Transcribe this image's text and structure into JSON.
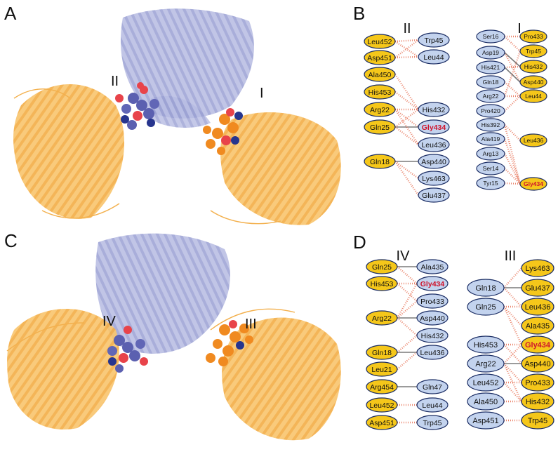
{
  "colors": {
    "yellow": "#f5c71a",
    "blue": "#c3d3ee",
    "blue_stroke": "#1a2c63",
    "red_text": "#d0142c",
    "protA": "#f8c46c",
    "protB": "#a6abd8",
    "atom_blue": "#5b60b0",
    "atom_orange": "#f08a20",
    "atom_red": "#e8434a",
    "atom_navy": "#27358e"
  },
  "panels": {
    "A": "A",
    "B": "B",
    "C": "C",
    "D": "D"
  },
  "structure_labels": {
    "A_left": "II",
    "A_right": "I",
    "C_left": "IV",
    "C_right": "III"
  },
  "panel_B": {
    "II": {
      "title": "II",
      "left": [
        "Leu452",
        "Asp451",
        "Ala450",
        "His453",
        "Arg22",
        "Gln25",
        "Gln18"
      ],
      "right": [
        "Trp45",
        "Leu44",
        "His432",
        "Gly434",
        "Leu436",
        "Asp440",
        "Lys463",
        "Glu437"
      ]
    },
    "I": {
      "title": "I",
      "left": [
        "Ser16",
        "Asp19",
        "His421",
        "Gln18",
        "Arg22",
        "Pro420",
        "His392",
        "Ala419",
        "Arg13",
        "Ser14",
        "Tyr15"
      ],
      "right": [
        "Pro433",
        "Trp45",
        "His432",
        "Asp440",
        "Leu44",
        "Leu436",
        "Gly434"
      ]
    }
  },
  "panel_D": {
    "IV": {
      "title": "IV",
      "left": [
        "Gln25",
        "His453",
        "Arg22",
        "Gln18",
        "Leu21",
        "Arg454",
        "Leu452",
        "Asp451"
      ],
      "right": [
        "Ala435",
        "Gly434",
        "Pro433",
        "Asp440",
        "His432",
        "Leu436",
        "Gln47",
        "Leu44",
        "Trp45"
      ]
    },
    "III": {
      "title": "III",
      "left": [
        "Gln18",
        "Gln25",
        "His453",
        "Arg22",
        "Leu452",
        "Ala450",
        "Asp451"
      ],
      "right": [
        "Lys463",
        "Glu437",
        "Leu436",
        "Ala435",
        "Gly434",
        "Asp440",
        "Pro433",
        "His432",
        "Trp45"
      ]
    }
  }
}
